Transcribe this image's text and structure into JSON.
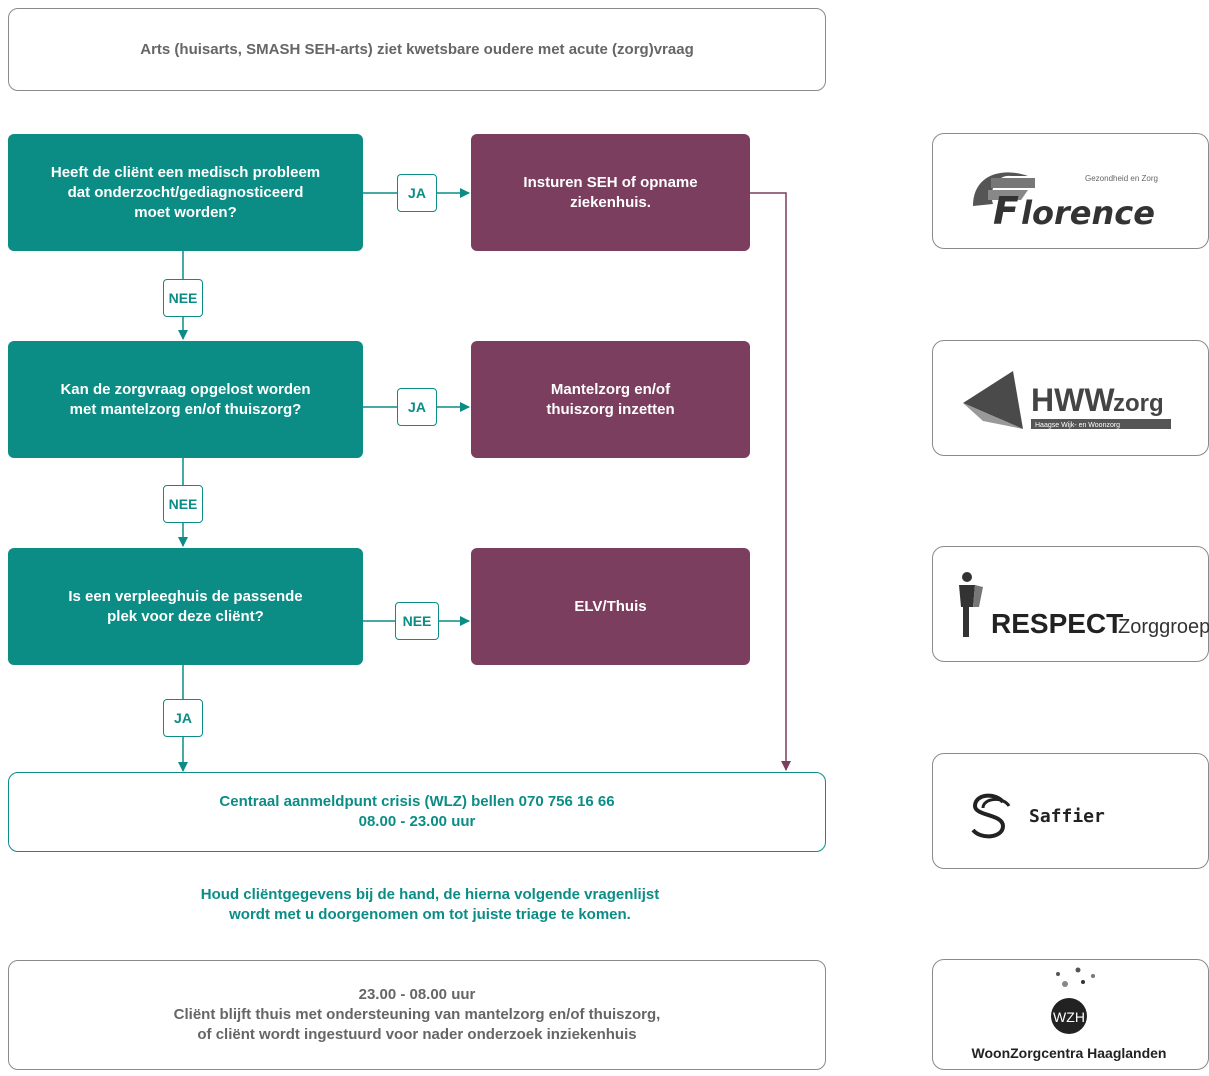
{
  "header": "Arts (huisarts, SMASH SEH-arts) ziet kwetsbare oudere met acute (zorg)vraag",
  "questions": [
    "Heeft de cliënt een medisch probleem\ndat onderzocht/gediagnosticeerd\nmoet worden?",
    "Kan de zorgvraag opgelost worden\nmet mantelzorg en/of thuiszorg?",
    "Is een verpleeghuis de passende\nplek voor deze cliënt?"
  ],
  "outcomes": [
    "Insturen SEH of opname\nziekenhuis.",
    "Mantelzorg en/of\nthuiszorg inzetten",
    "ELV/Thuis"
  ],
  "side_labels": [
    "JA",
    "JA",
    "NEE"
  ],
  "down_labels": [
    "NEE",
    "NEE",
    "JA"
  ],
  "central": {
    "line1": "Centraal aanmeldpunt crisis (WLZ) bellen 070 756 16 66",
    "line2": "08.00 - 23.00 uur"
  },
  "note": "Houd cliëntgegevens bij de hand, de hierna volgende vragenlijst\nwordt met u doorgenomen om tot juiste triage te komen.",
  "night": {
    "line1": "23.00 - 08.00 uur",
    "line2": "Cliënt blijft thuis met ondersteuning van mantelzorg en/of thuiszorg,",
    "line3": "of cliënt wordt ingestuurd voor nader onderzoek inziekenhuis"
  },
  "logos": {
    "florence": {
      "small": "Gezondheid en Zorg",
      "main": "lorence"
    },
    "hww": {
      "main": "HWW",
      "sub": "zorg",
      "tagline": "Haagse Wijk- en Woonzorg"
    },
    "respect": {
      "main": "RESPECT",
      "sub": "Zorggroep"
    },
    "saffier": {
      "main": "Saffier"
    },
    "wzh": {
      "badge": "WZH",
      "name": "WoonZorgcentra Haaglanden"
    }
  },
  "colors": {
    "teal": "#0b8d86",
    "purple": "#7c3e5f",
    "gray": "#666666"
  }
}
